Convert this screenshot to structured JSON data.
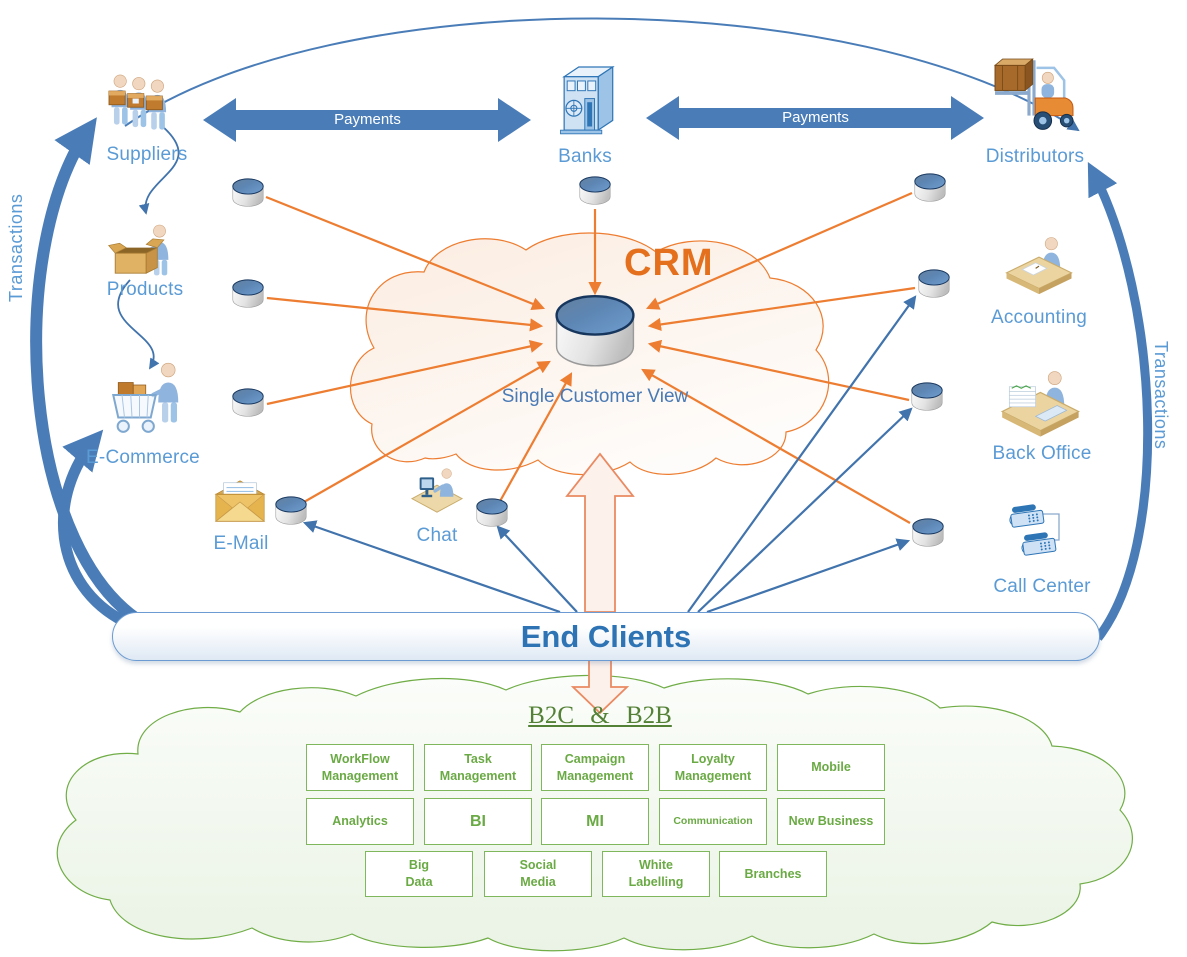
{
  "colors": {
    "blue_accent": "#4a7db8",
    "blue_label": "#5b9bd5",
    "blue_title": "#2e74b5",
    "orange_accent": "#ed7d31",
    "green_accent": "#70ad47",
    "green_title": "#538135"
  },
  "flows": {
    "payments_left": "Payments",
    "payments_right": "Payments",
    "transactions_left": "Transactions",
    "transactions_right": "Transactions"
  },
  "crm": {
    "title": "CRM",
    "database_label": "Single Customer View",
    "database_icon": "database-cylinder-icon"
  },
  "nodes": {
    "suppliers": {
      "label": "Suppliers",
      "icon": "suppliers-icon"
    },
    "banks": {
      "label": "Banks",
      "icon": "bank-building-icon"
    },
    "distributors": {
      "label": "Distributors",
      "icon": "forklift-icon"
    },
    "products": {
      "label": "Products",
      "icon": "open-box-icon"
    },
    "ecommerce": {
      "label": "E-Commerce",
      "icon": "shopping-cart-icon"
    },
    "email": {
      "label": "E-Mail",
      "icon": "envelope-icon"
    },
    "chat": {
      "label": "Chat",
      "icon": "workstation-icon"
    },
    "accounting": {
      "label": "Accounting",
      "icon": "desk-clerk-icon"
    },
    "backoffice": {
      "label": "Back Office",
      "icon": "paper-stack-desk-icon"
    },
    "callcenter": {
      "label": "Call Center",
      "icon": "telephones-icon"
    }
  },
  "end_clients": {
    "label": "End Clients"
  },
  "b2b": {
    "title": "B2C & B2B",
    "rows": [
      [
        "WorkFlow\nManagement",
        "Task\nManagement",
        "Campaign\nManagement",
        "Loyalty\nManagement",
        "Mobile"
      ],
      [
        "Analytics",
        "BI",
        "MI",
        "Communication",
        "New Business"
      ],
      [
        "Big\nData",
        "Social\nMedia",
        "White\nLabelling",
        "Branches"
      ]
    ]
  }
}
